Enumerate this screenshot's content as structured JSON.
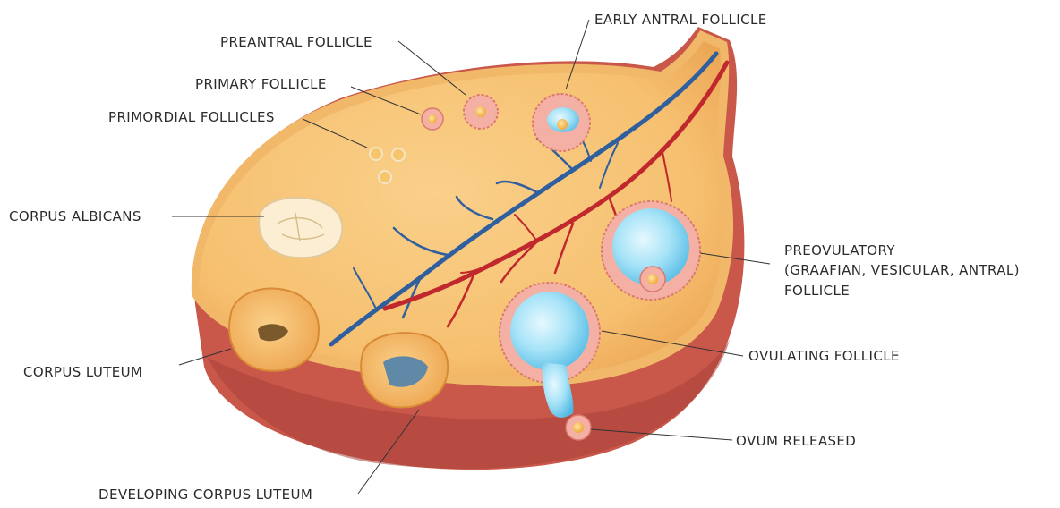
{
  "diagram": {
    "labels": {
      "early_antral": "EARLY ANTRAL FOLLICLE",
      "preantral": "PREANTRAL FOLLICLE",
      "primary": "PRIMARY FOLLICLE",
      "primordial": "PRIMORDIAL FOLLICLES",
      "corpus_albicans": "CORPUS ALBICANS",
      "preovulatory_line1": "PREOVULATORY",
      "preovulatory_line2": "(GRAAFIAN, VESICULAR, ANTRAL)",
      "preovulatory_line3": "FOLLICLE",
      "ovulating": "OVULATING FOLLICLE",
      "corpus_luteum": "CORPUS LUTEUM",
      "ovum_released": "OVUM RELEASED",
      "developing_corpus_luteum": "DEVELOPING CORPUS LUTEUM"
    },
    "colors": {
      "ovary_outer": "#c9574a",
      "ovary_rim": "#f2b86a",
      "ovary_inner": "#f6c070",
      "artery": "#c0282d",
      "vein": "#2f5f9e",
      "antrum": "#a6e3f7",
      "granulosa": "#f5b0a6",
      "oocyte": "#f7b43a",
      "luteum": "#f4b35a",
      "albicans": "#fbeed2",
      "leader_line": "#333333",
      "label_text": "#2b2b2b"
    }
  }
}
